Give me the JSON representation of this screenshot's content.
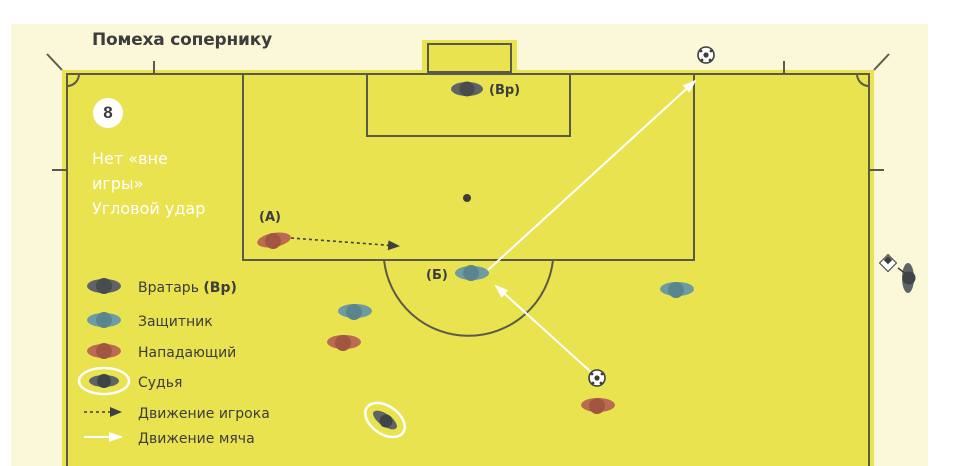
{
  "title": "Помеха сопернику",
  "situation_number": "8",
  "situation_lines": [
    "Нет «вне",
    "игры»",
    "Угловой удар"
  ],
  "player_labels": {
    "attacker": "(А)",
    "defender": "(Б)",
    "goalkeeper": "(Вр)"
  },
  "legend": {
    "goalkeeper": "Вратарь",
    "goalkeeper_abbr": "(Вр)",
    "defender": "Защитник",
    "attacker": "Нападающий",
    "referee": "Судья",
    "player_movement": "Движение игрока",
    "ball_movement": "Движение мяча"
  },
  "colors": {
    "pitch": "#e8e34f",
    "pitch_lines": "#5a5a48",
    "goalkeeper": "#5e6466",
    "defender": "#6e9aa2",
    "attacker": "#bc6a52",
    "referee": "#4b5052",
    "ball_path": "#ffffff",
    "player_path": "#3f3f3f"
  },
  "icons": [
    "ball-icon",
    "corner-flag-icon",
    "arrow-icon"
  ]
}
